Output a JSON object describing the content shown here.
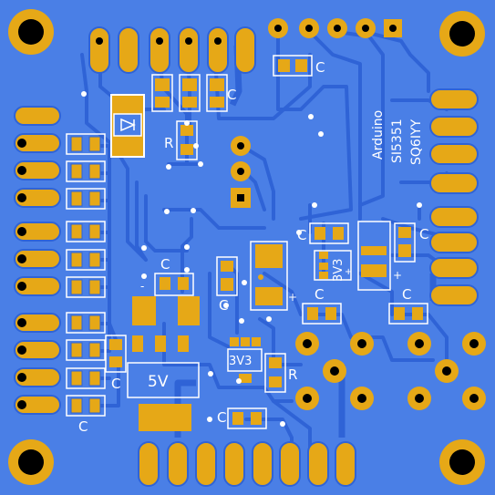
{
  "colors": {
    "board": "#4a7fe6",
    "trace": "#2f63d6",
    "copper": "#e6a817",
    "silk": "#ffffff",
    "hole": "#000000"
  },
  "silkscreen": {
    "project": [
      "Arduino",
      "SI5351",
      "SQ6IYY"
    ],
    "cap_labels": [
      "C",
      "C",
      "C",
      "C",
      "C",
      "C",
      "C",
      "C",
      "C",
      "C"
    ],
    "resistor_labels": [
      "R",
      "R"
    ],
    "reg_5v": "5V",
    "reg_3v3_a": "3V3",
    "reg_3v3_b": "3V3",
    "plus_marks": [
      "+",
      "+",
      "+"
    ],
    "minus_marks": [
      "-"
    ]
  }
}
